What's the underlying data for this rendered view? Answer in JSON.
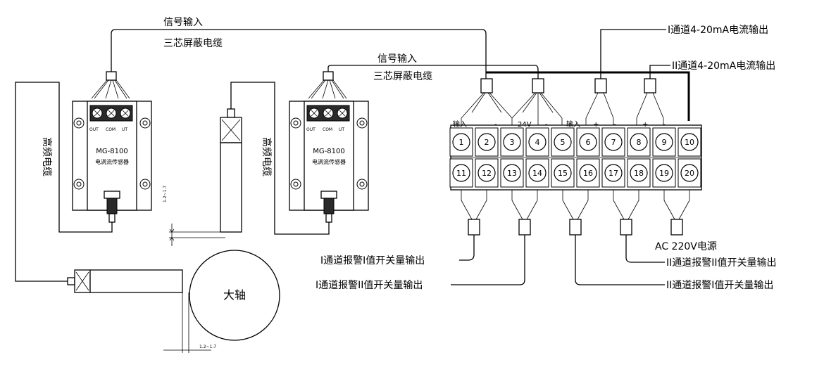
{
  "cable_labels": {
    "signal_input": "信号输入",
    "three_core_cable": "三芯屏蔽电缆",
    "hf_cable": "高频电缆"
  },
  "sensor": {
    "model": "MG-8100",
    "name": "电涡流传感器",
    "pins": [
      "OUT",
      "COM",
      "UT"
    ]
  },
  "shaft_label": "大轴",
  "gap_label": "1.2~1.7",
  "terminal_top_labels": {
    "input1": "输入",
    "minus1": "-",
    "v24": "24V",
    "minus2": "-",
    "input2": "输入",
    "plus1": "+",
    "minus3": "-",
    "plus2": "+",
    "minus4": "-"
  },
  "terminals_top": [
    "1",
    "2",
    "3",
    "4",
    "5",
    "6",
    "7",
    "8",
    "9",
    "10"
  ],
  "terminals_bottom": [
    "11",
    "12",
    "13",
    "14",
    "15",
    "16",
    "17",
    "18",
    "19",
    "20"
  ],
  "outputs": {
    "ch1_current": "I通道4-20mA电流输出",
    "ch2_current": "II通道4-20mA电流输出",
    "ch1_alarm1": "I通道报警I值开关量输出",
    "ch1_alarm2": "I通道报警II值开关量输出",
    "ch2_alarm2": "II通道报警II值开关量输出",
    "ch2_alarm1": "II通道报警I值开关量输出",
    "power": "AC 220V电源"
  }
}
